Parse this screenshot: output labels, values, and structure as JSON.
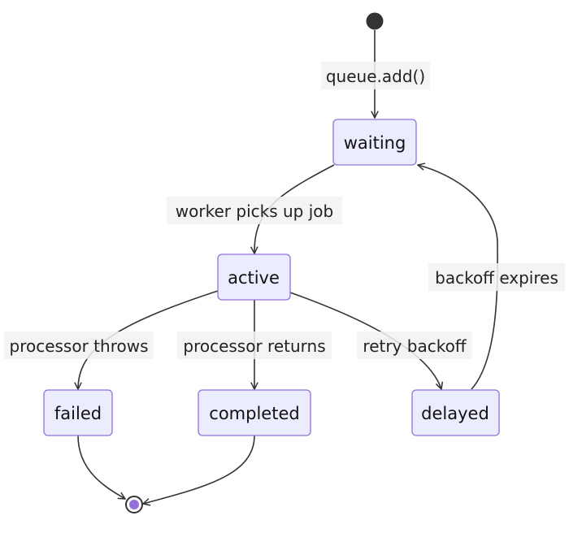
{
  "states": {
    "waiting": "waiting",
    "active": "active",
    "failed": "failed",
    "completed": "completed",
    "delayed": "delayed"
  },
  "transitions": {
    "start_to_waiting": "queue.add()",
    "waiting_to_active": "worker picks up job",
    "active_to_failed": "processor throws",
    "active_to_completed": "processor returns",
    "active_to_delayed": "retry backoff",
    "delayed_to_waiting": "backoff expires"
  },
  "colors": {
    "node_fill": "#ECECFF",
    "node_stroke": "#9370DB",
    "edge": "#333333",
    "start": "#333333",
    "end_inner": "#9370DB"
  }
}
